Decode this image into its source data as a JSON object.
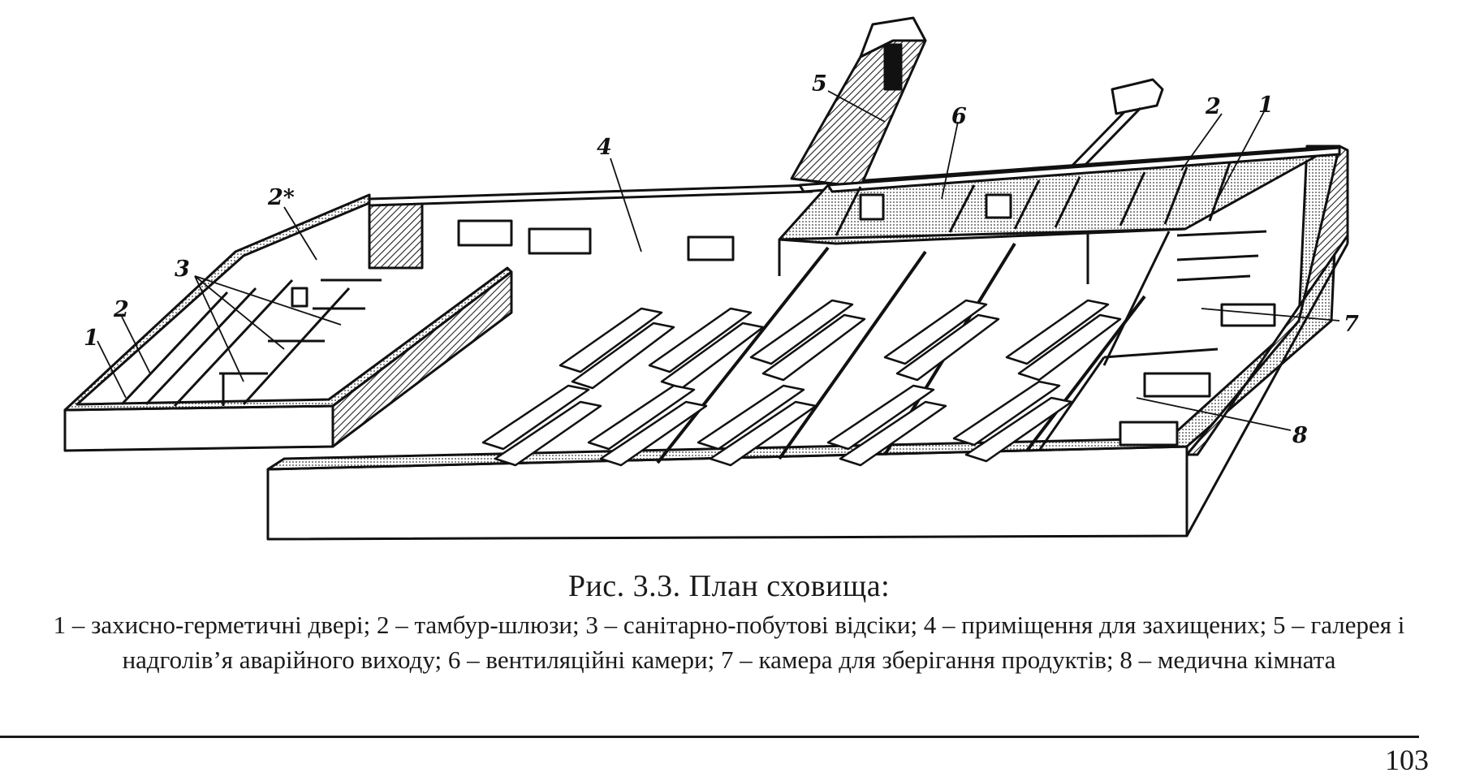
{
  "figure": {
    "labels": [
      "1",
      "2",
      "3",
      "4",
      "5",
      "6",
      "7",
      "8",
      "2*"
    ]
  },
  "caption": {
    "title": "Рис. 3.3. План сховища:",
    "legend": "1 – захисно-герметичні двері; 2 – тамбур-шлюзи; 3 – санітарно-побутові відсіки; 4 – приміщення для захищених; 5 – галерея і надголів’я аварійного виходу; 6 – вентиляційні камери; 7 – камера для зберігання продуктів; 8 – медична кімната"
  },
  "page_number": "103"
}
